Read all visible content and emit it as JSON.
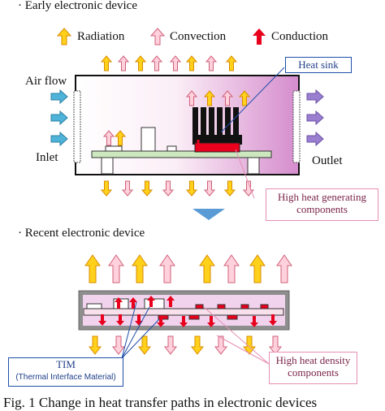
{
  "early": {
    "title": "· Early electronic device",
    "legend": {
      "radiation": "Radiation",
      "convection": "Convection",
      "conduction": "Conduction"
    },
    "labels": {
      "air_flow": "Air flow",
      "inlet": "Inlet",
      "outlet": "Outlet"
    },
    "callouts": {
      "heat_sink": "Heat sink",
      "high_heat_generating": "High heat generating components"
    }
  },
  "recent": {
    "title": "· Recent electronic device",
    "callouts": {
      "tim_title": "TIM",
      "tim_subtitle": "(Thermal Interface Material)",
      "high_heat_density": "High heat density components"
    }
  },
  "caption": "Fig. 1   Change in heat transfer paths in electronic devices",
  "colors": {
    "radiation_fill": "#ffd11a",
    "radiation_stroke": "#d98c00",
    "convection_fill": "#ffd1dc",
    "convection_stroke": "#d0607a",
    "conduction": "#e8001c",
    "air_arrow": "#4fb3d9",
    "outlet_arrow": "#9a7fd0",
    "transition_arrow": "#5b9bd5",
    "board": "#cde8bf",
    "heat_sink": "#111111",
    "callout_blue": "#1f4fa8",
    "callout_pink": "#e58fb3"
  }
}
